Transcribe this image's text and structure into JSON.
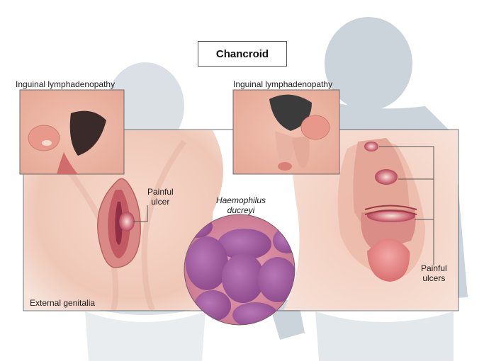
{
  "title": "Chancroid",
  "labels": {
    "inguinal_left": "Inguinal lymphadenopathy",
    "inguinal_right": "Inguinal lymphadenopathy",
    "painful_ulcer_line1": "Painful",
    "painful_ulcer_line2": "ulcer",
    "organism_line1": "Haemophilus",
    "organism_line2": "ducreyi",
    "painful_ulcers_line1": "Painful",
    "painful_ulcers_line2": "ulcers",
    "external_genitalia": "External genitalia"
  },
  "colors": {
    "skin": "#f4d4c6",
    "skin_shadow": "#e3b0a0",
    "silhouette": "#c9d2da",
    "lesion": "#b8324a",
    "bacteria": "#9a4f9a",
    "bacteria_bg": "#d98aa0"
  }
}
